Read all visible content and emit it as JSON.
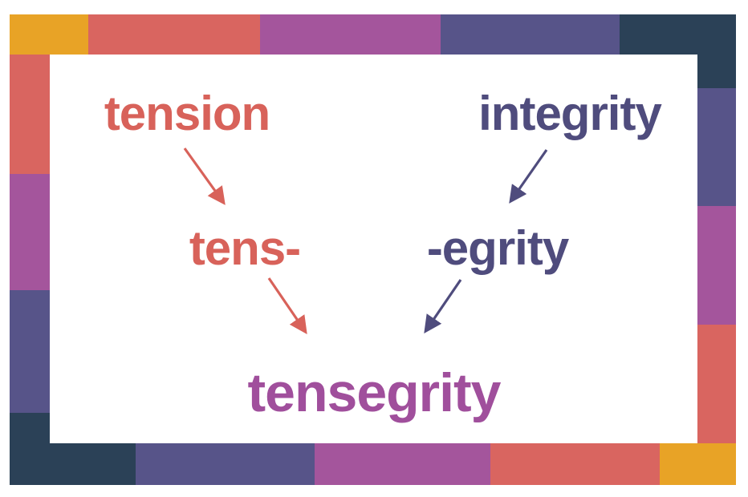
{
  "slide": {
    "description": "Etymology diagram showing tension + integrity blending into tensegrity"
  },
  "palette": {
    "gold": "#E8A326",
    "coral": "#D96560",
    "magenta": "#A4559C",
    "purple": "#575489",
    "navy": "#2B4157",
    "background": "#FFFFFF"
  },
  "text_colors": {
    "tension_word": "#D8625A",
    "integrity_word": "#4F4C7D",
    "tensegrity_word": "#A04F9C"
  },
  "diagram": {
    "top_left_word": "tension",
    "top_right_word": "integrity",
    "mid_left_word": "tens-",
    "mid_right_word": "-egrity",
    "result_word": "tensegrity",
    "relations": [
      {
        "from": "tension",
        "to": "tens-"
      },
      {
        "from": "integrity",
        "to": "-egrity"
      },
      {
        "from": "tens-",
        "to": "tensegrity"
      },
      {
        "from": "-egrity",
        "to": "tensegrity"
      }
    ]
  },
  "border": {
    "top": [
      {
        "name": "gold",
        "size": 98
      },
      {
        "name": "coral",
        "size": 214
      },
      {
        "name": "magenta",
        "size": 225
      },
      {
        "name": "purple",
        "size": 223
      },
      {
        "name": "navy",
        "size": 145
      }
    ],
    "right": [
      {
        "name": "navy",
        "size": 42
      },
      {
        "name": "purple",
        "size": 147
      },
      {
        "name": "magenta",
        "size": 148
      },
      {
        "name": "coral",
        "size": 148
      }
    ],
    "bottom": [
      {
        "name": "navy",
        "size": 157
      },
      {
        "name": "purple",
        "size": 223
      },
      {
        "name": "magenta",
        "size": 219
      },
      {
        "name": "coral",
        "size": 211
      },
      {
        "name": "gold",
        "size": 95
      }
    ],
    "left": [
      {
        "name": "coral",
        "size": 149
      },
      {
        "name": "magenta",
        "size": 145
      },
      {
        "name": "purple",
        "size": 153
      },
      {
        "name": "navy",
        "size": 38
      }
    ]
  }
}
